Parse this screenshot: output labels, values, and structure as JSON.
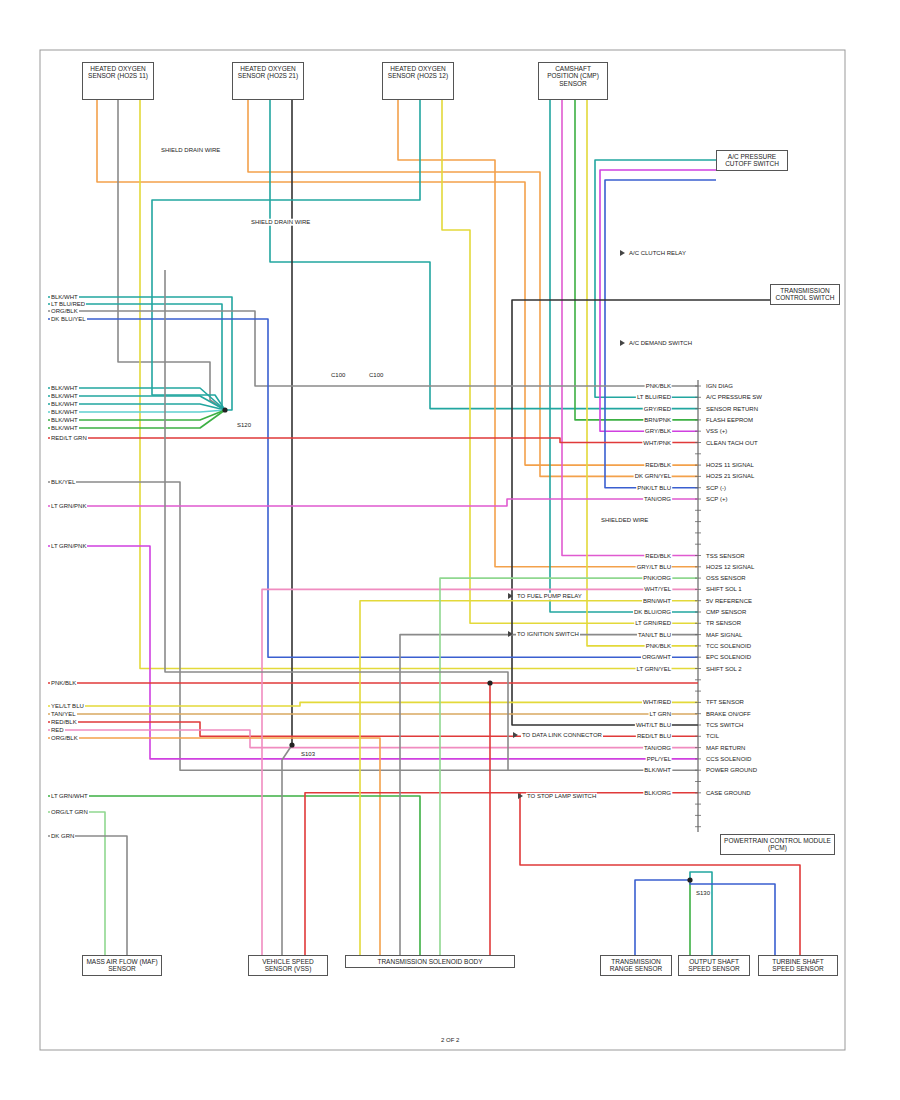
{
  "diagram": {
    "nodes": [
      {
        "text": [
          "HEATED OXYGEN SENSOR (HO2S 11)"
        ]
      },
      {
        "text": [
          "HEATED OXYGEN SENSOR (HO2S 21)"
        ]
      },
      {
        "text": [
          "HEATED OXYGEN SENSOR (HO2S 12)"
        ]
      },
      {
        "text": [
          "CAMSHAFT POSITION (CMP) SENSOR"
        ]
      },
      {
        "text": [
          "A/C PRESSURE CUTOFF SWITCH"
        ]
      },
      {
        "text": [
          "TRANSMISSION CONTROL SWITCH"
        ]
      },
      {
        "text": [
          "MASS AIR FLOW (MAF) SENSOR"
        ]
      },
      {
        "text": [
          "VEHICLE SPEED SENSOR (VSS)"
        ]
      },
      {
        "text": [
          "TRANSMISSION SOLENOID BODY"
        ]
      },
      {
        "text": [
          "TRANSMISSION RANGE SENSOR"
        ]
      },
      {
        "text": [
          "OUTPUT SHAFT SPEED SENSOR"
        ]
      },
      {
        "text": [
          "TURBINE SHAFT SPEED SENSOR"
        ]
      },
      {
        "text": [
          "POWERTRAIN CONTROL MODULE (PCM)"
        ]
      }
    ],
    "labels": [
      "IGN DIAG",
      "A/C PRESSURE SW",
      "SENSOR RETURN",
      "FLASH EEPROM",
      "VSS (+)",
      "CLEAN TACH OUT",
      "HO2S 11 SIGNAL",
      "HO2S 21 SIGNAL",
      "SCP (-)",
      "SCP (+)",
      "TSS SENSOR",
      "HO2S 12 SIGNAL",
      "OSS SENSOR",
      "SHIFT SOL 1",
      "5V REFERENCE",
      "CMP SENSOR",
      "TR SENSOR",
      "MAF SIGNAL",
      "TCC SOLENOID",
      "EPC SOLENOID",
      "SHIFT SOL 2",
      "TFT SENSOR",
      "BRAKE ON/OFF",
      "TCS SWITCH",
      "TCIL",
      "MAF RETURN",
      "CCS SOLENOID",
      "POWER GROUND",
      "CASE GROUND",
      "PNK/BLK",
      "LT BLU/RED",
      "GRY/RED",
      "BRN/PNK",
      "GRY/BLK",
      "WHT/PNK",
      "RED/BLK",
      "DK GRN/YEL",
      "PNK/LT BLU",
      "TAN/ORG",
      "RED/BLK",
      "GRY/LT BLU",
      "PNK/ORG",
      "WHT/YEL",
      "BRN/WHT",
      "DK BLU/ORG",
      "LT GRN/RED",
      "TAN/LT BLU",
      "PNK/BLK",
      "ORG/WHT",
      "LT GRN/YEL",
      "WHT/RED",
      "LT GRN",
      "WHT/LT BLU",
      "RED/LT BLU",
      "TAN/ORG",
      "PPL/YEL",
      "BLK/WHT",
      "BLK/ORG",
      "BLK/WHT",
      "LT BLU/RED",
      "ORG/BLK",
      "DK BLU/YEL",
      "BLK/WHT",
      "BLK/WHT",
      "BLK/WHT",
      "BLK/WHT",
      "BLK/WHT",
      "BLK/WHT",
      "RED/LT GRN",
      "BLK/YEL",
      "LT GRN/PNK",
      "LT GRN/PNK",
      "PNK/BLK",
      "YEL/LT BLU",
      "TAN/YEL",
      "RED/BLK",
      "RED",
      "ORG/BLK",
      "LT GRN/WHT",
      "ORG/LT GRN",
      "DK GRN",
      "SHIELD DRAIN WIRE",
      "SHIELD DRAIN WIRE",
      "C100",
      "C100",
      "S120",
      "S103",
      "A/C CLUTCH RELAY",
      "A/C DEMAND SWITCH",
      "TO FUEL PUMP RELAY",
      "TO IGNITION SWITCH",
      "TO DATA LINK CONNECTOR",
      "TO STOP LAMP SWITCH",
      "SHIELDED WIRE",
      "S130",
      "2 OF 2"
    ]
  }
}
